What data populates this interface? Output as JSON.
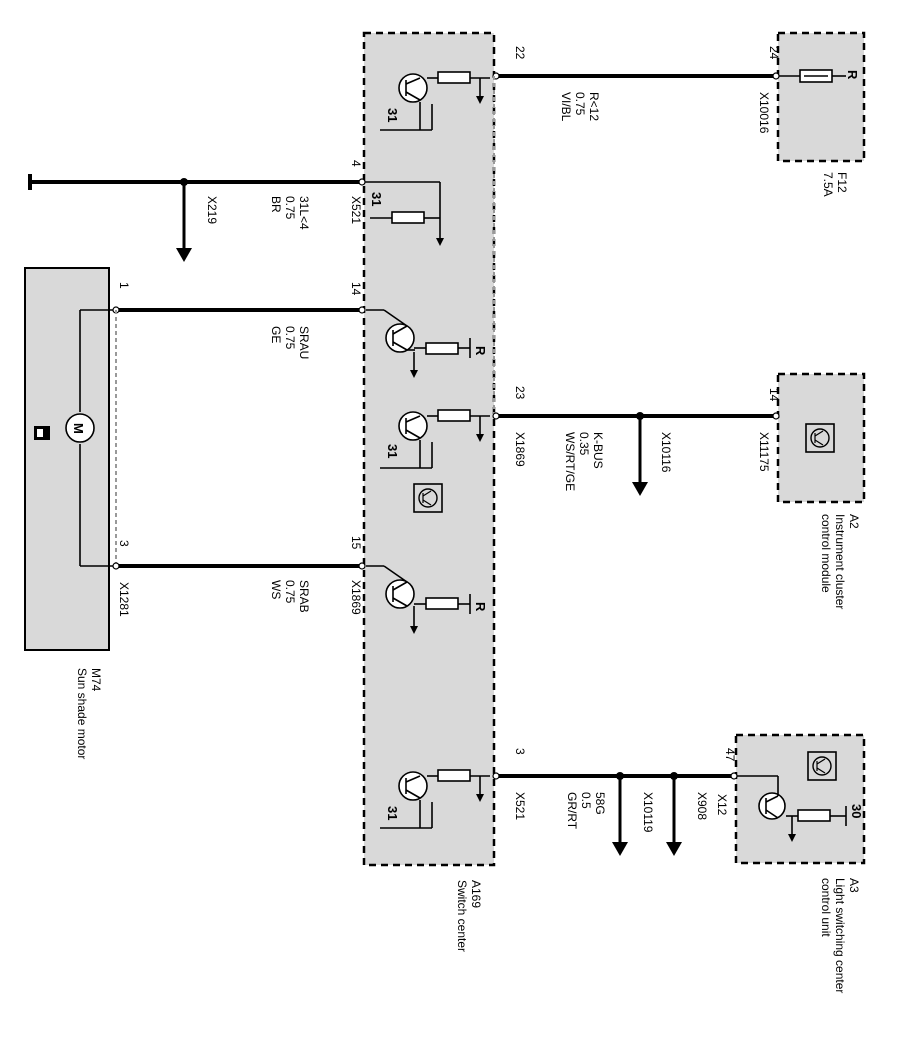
{
  "components": {
    "a169": {
      "id": "A169",
      "name": "Switch center"
    },
    "f12": {
      "id": "F12",
      "rating": "7.5A",
      "pin": "24",
      "connector": "X10016",
      "pin_letter": "R"
    },
    "a2": {
      "id": "A2",
      "name_line1": "Instrument cluster",
      "name_line2": "control module",
      "pin": "14",
      "connector": "X11175"
    },
    "a3": {
      "id": "A3",
      "name_line1": "Light switching center",
      "name_line2": "control unit",
      "pin": "47",
      "connector": "X12",
      "internal": "30"
    },
    "m74": {
      "id": "M74",
      "name": "Sun shade motor",
      "pin1": "1",
      "pin3": "3",
      "connector": "X1281",
      "symbol": "M"
    }
  },
  "switch_pins": {
    "p22": "22",
    "p4": "4",
    "p14": "14",
    "p23": "23",
    "p15": "15",
    "p3": "3",
    "conn_x521_a": "X521",
    "conn_x1869_a": "X1869",
    "conn_x1869_b": "X1869",
    "conn_x521_b": "X521",
    "gnd_a": "31",
    "gnd_b": "31",
    "gnd_c": "31",
    "gnd_d": "31",
    "r_a": "R",
    "r_b": "R"
  },
  "wires": {
    "w1": {
      "l1": "R<12",
      "l2": "0.75",
      "l3": "VI/BL"
    },
    "w2": {
      "l1": "31L<4",
      "l2": "0.75",
      "l3": "BR",
      "splice": "X219"
    },
    "w3": {
      "l1": "SRAU",
      "l2": "0.75",
      "l3": "GE"
    },
    "w4": {
      "l1": "K-BUS",
      "l2": "0.35",
      "l3": "WS/RT/GE",
      "splice": "X10116"
    },
    "w5": {
      "l1": "SRAB",
      "l2": "0.75",
      "l3": "WS"
    },
    "w6": {
      "l1": "58G",
      "l2": "0.5",
      "l3": "GR/RT",
      "splice1": "X10119",
      "splice2": "X908"
    }
  }
}
